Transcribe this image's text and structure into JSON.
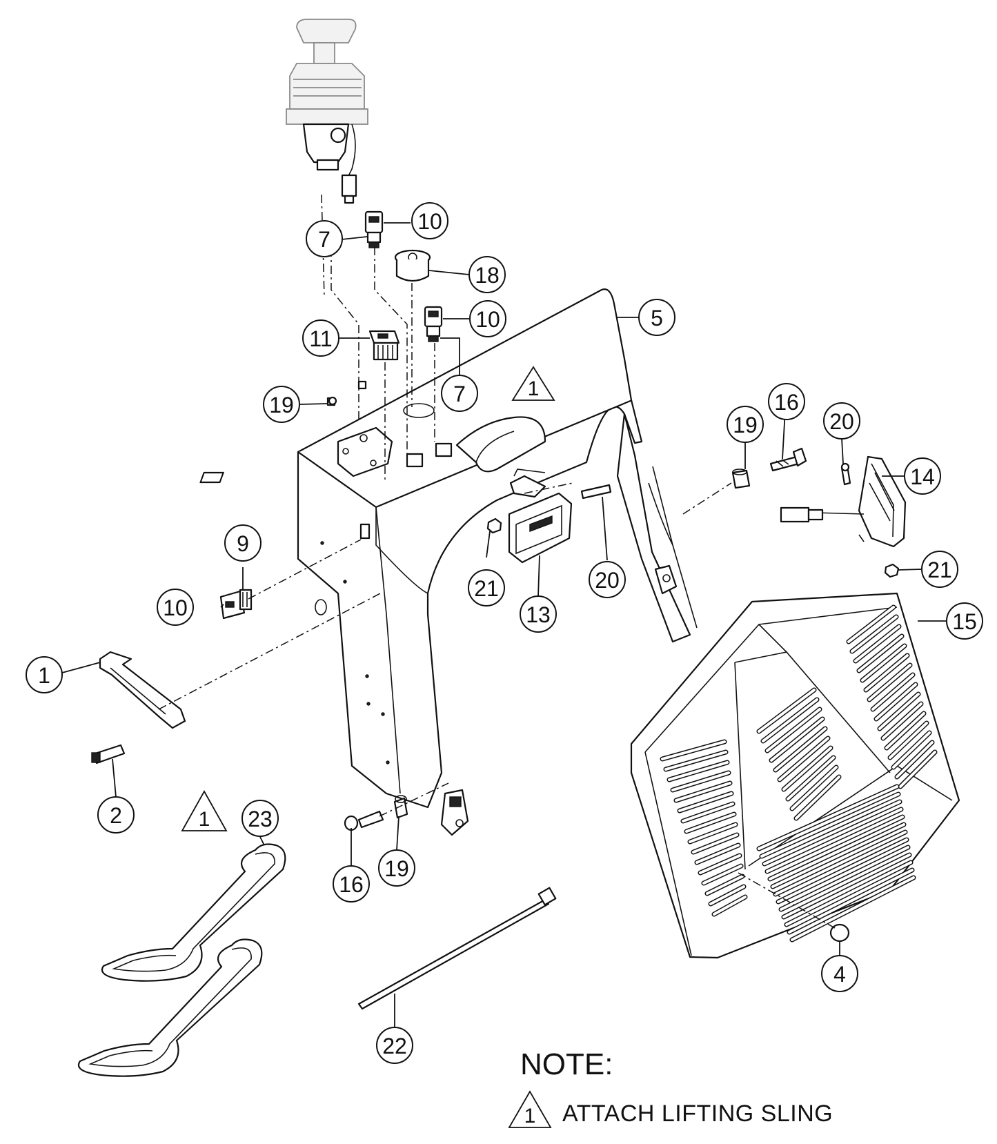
{
  "callouts": {
    "c1": "1",
    "c2": "2",
    "c4": "4",
    "c5": "5",
    "c7a": "7",
    "c7b": "7",
    "c9": "9",
    "c10a": "10",
    "c10b": "10",
    "c10c": "10",
    "c11": "11",
    "c13": "13",
    "c14": "14",
    "c15": "15",
    "c16a": "16",
    "c16b": "16",
    "c18": "18",
    "c19a": "19",
    "c19b": "19",
    "c19c": "19",
    "c20a": "20",
    "c20b": "20",
    "c21a": "21",
    "c21b": "21",
    "c22": "22",
    "c23": "23"
  },
  "flags": {
    "f1": "1",
    "f2": "1",
    "f3": "1"
  },
  "note": {
    "title": "NOTE:",
    "items": [
      {
        "flag": "1",
        "text": "ATTACH LIFTING SLING"
      }
    ]
  }
}
